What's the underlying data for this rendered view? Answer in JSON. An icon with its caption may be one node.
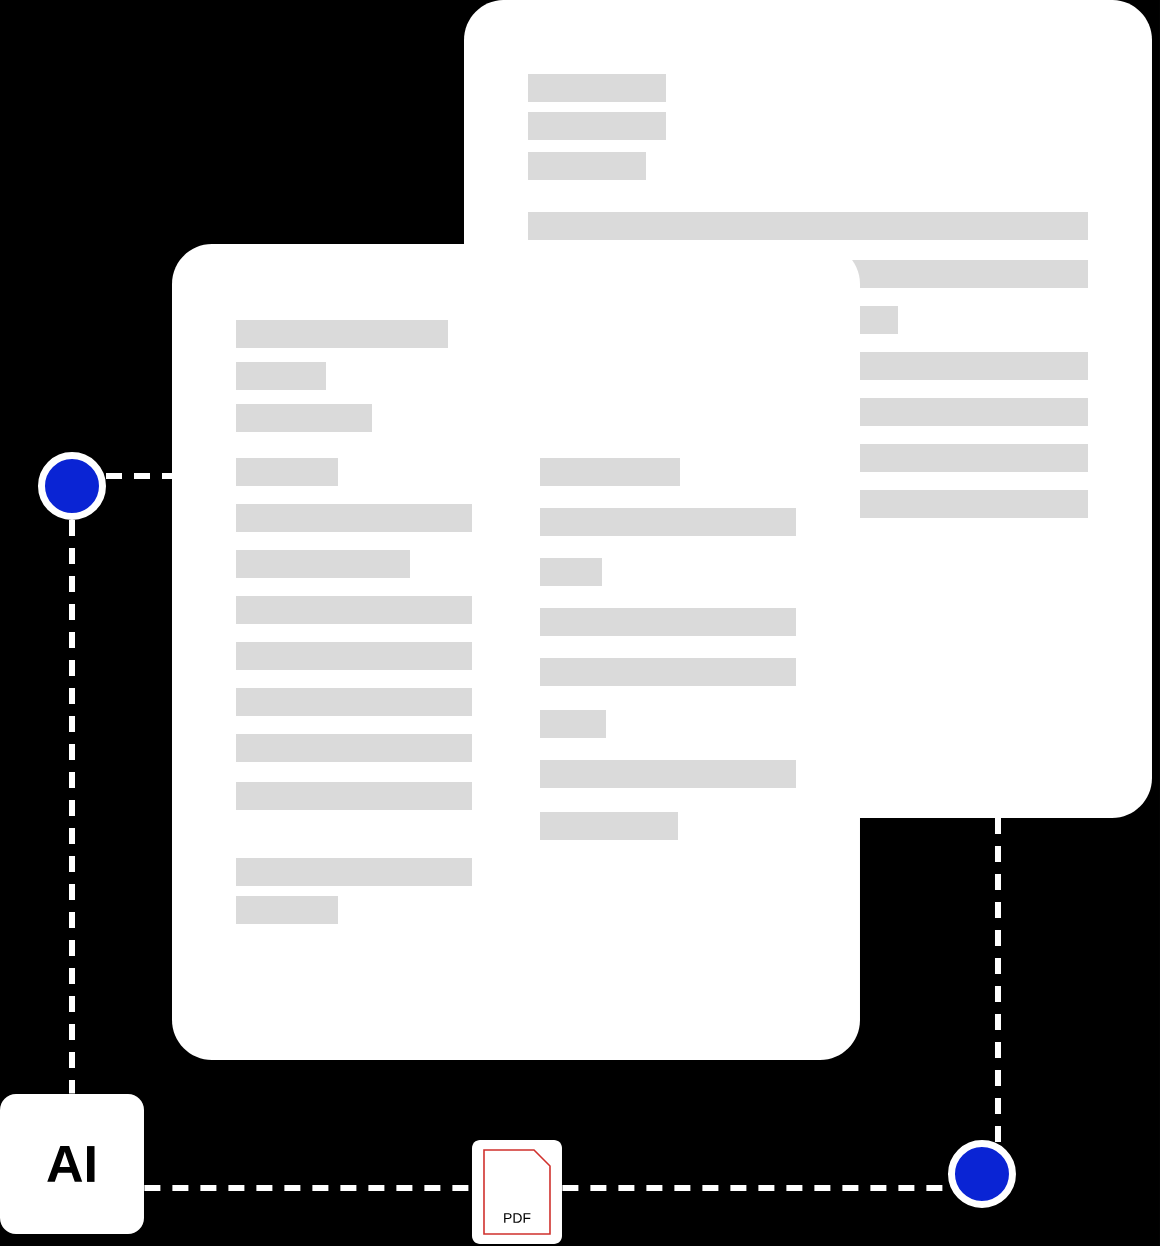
{
  "diagram": {
    "nodes": [
      {
        "text": [],
        "shape": "box"
      },
      {
        "text": [],
        "shape": "box"
      },
      {
        "text": [],
        "shape": "circle"
      },
      {
        "text": [
          "AI"
        ]
      },
      {
        "text": [
          "PDF"
        ]
      },
      {
        "text": [],
        "shape": "circle"
      }
    ],
    "edges": [
      {
        "from": 2,
        "to": 1,
        "arrow": "none",
        "style": "dashed"
      },
      {
        "from": 2,
        "to": 3,
        "arrow": "none",
        "style": "dashed"
      },
      {
        "from": 3,
        "to": 4,
        "arrow": "none",
        "style": "dashed"
      },
      {
        "from": 4,
        "to": 5,
        "arrow": "none",
        "style": "dashed"
      },
      {
        "from": 5,
        "to": 0,
        "arrow": "none",
        "style": "dashed"
      }
    ]
  }
}
